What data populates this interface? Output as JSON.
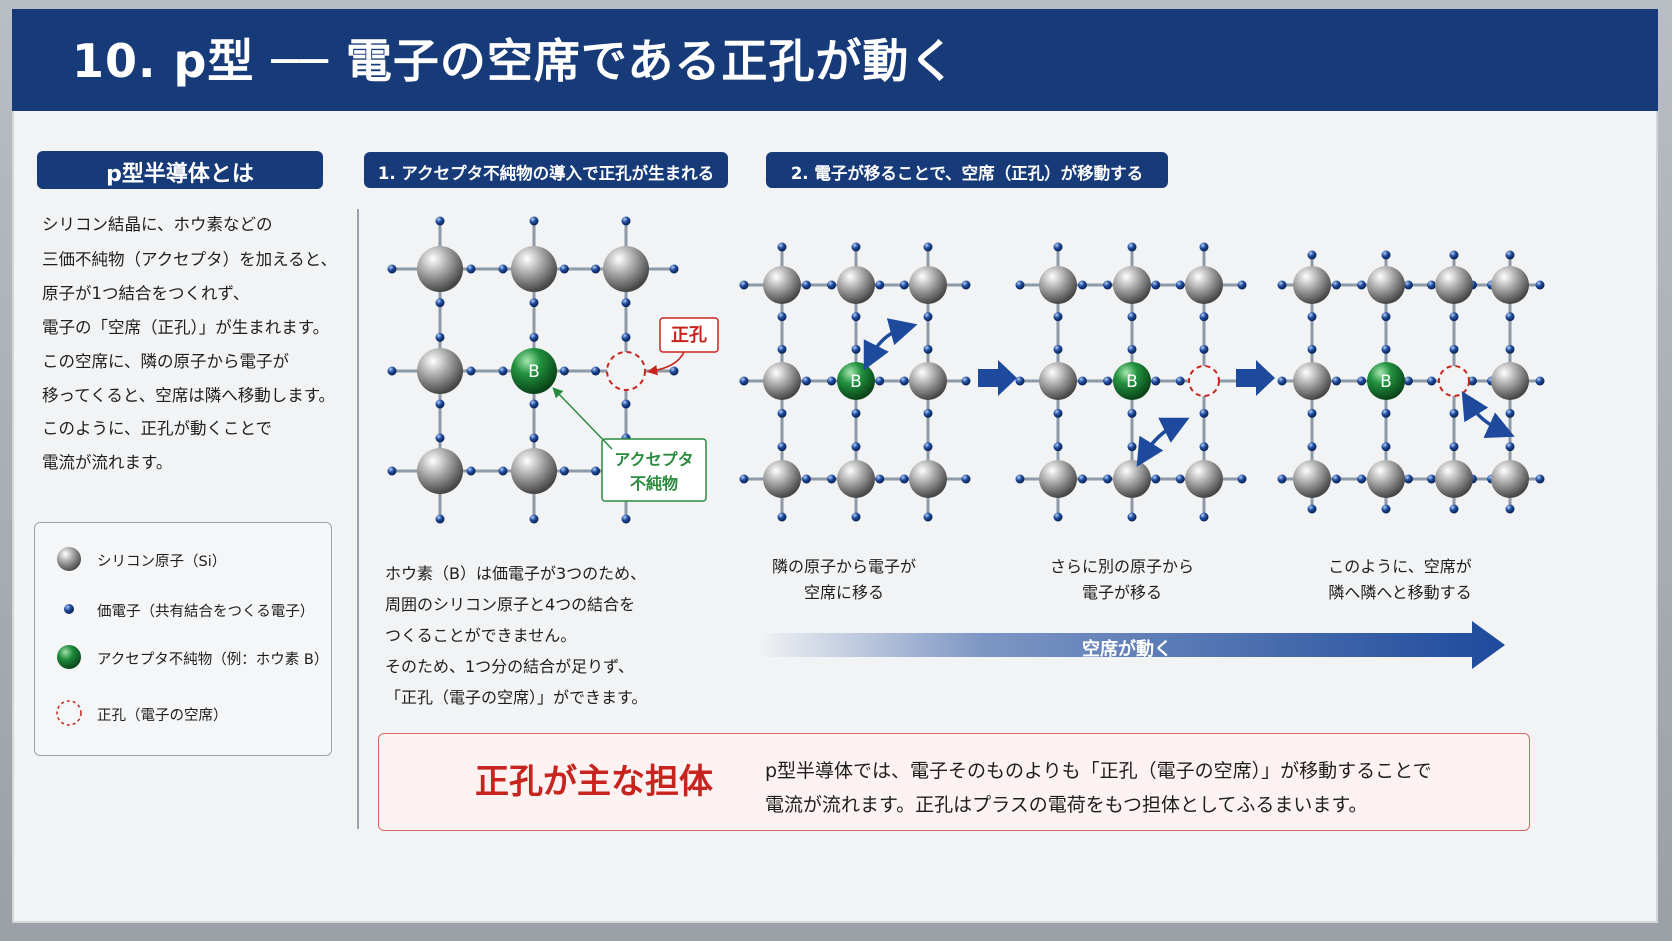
{
  "title": "10. p型 ── 電子の空席である正孔が動く",
  "left": {
    "heading": "p型半導体とは",
    "lines": [
      "シリコン結晶に、ホウ素などの",
      "三価不純物（アクセプタ）を加えると、",
      "原子が1つ結合をつくれず、",
      "電子の「空席（正孔）」が生まれます。",
      "この空席に、隣の原子から電子が",
      "移ってくると、空席は隣へ移動します。",
      "このように、正孔が動くことで",
      "電流が流れます。"
    ],
    "legend": [
      {
        "icon": "silicon-atom-icon",
        "label": "シリコン原子（Si）"
      },
      {
        "icon": "valence-electron-icon",
        "label": "価電子（共有結合をつくる電子）"
      },
      {
        "icon": "acceptor-atom-icon",
        "label": "アクセプタ不純物（例：ホウ素 B）"
      },
      {
        "icon": "hole-icon",
        "label": "正孔（電子の空席）"
      }
    ]
  },
  "section1": {
    "heading": "1. アクセプタ不純物の導入で正孔が生まれる",
    "atom_label": "B",
    "hole_callout": "正孔",
    "acceptor_callout": [
      "アクセプタ",
      "不純物"
    ],
    "description": [
      "ホウ素（B）は価電子が3つのため、",
      "周囲のシリコン原子と4つの結合を",
      "つくることができません。",
      "そのため、1つ分の結合が足りず、",
      "「正孔（電子の空席）」ができます。"
    ]
  },
  "section2": {
    "heading": "2. 電子が移ることで、空席（正孔）が移動する",
    "panels": [
      {
        "atom_label": "B",
        "caption": [
          "隣の原子から電子が",
          "空席に移る"
        ]
      },
      {
        "atom_label": "B",
        "caption": [
          "さらに別の原子から",
          "電子が移る"
        ]
      },
      {
        "atom_label": "B",
        "caption": [
          "このように、空席が",
          "隣へ隣へと移動する"
        ]
      }
    ],
    "flow_label": "空席が動く"
  },
  "summary": {
    "headline": "正孔が主な担体",
    "lines": [
      "p型半導体では、電子そのものよりも「正孔（電子の空席）」が移動することで",
      "電流が流れます。正孔はプラスの電荷をもつ担体としてふるまいます。"
    ]
  },
  "colors": {
    "navy": "#173a78",
    "silicon": "#9a9a9a",
    "boron": "#1f8a3b",
    "electron": "#1d4a9c",
    "hole": "#c8241f",
    "highlight": "#c8241f",
    "callout_green": "#2a8a3e"
  }
}
